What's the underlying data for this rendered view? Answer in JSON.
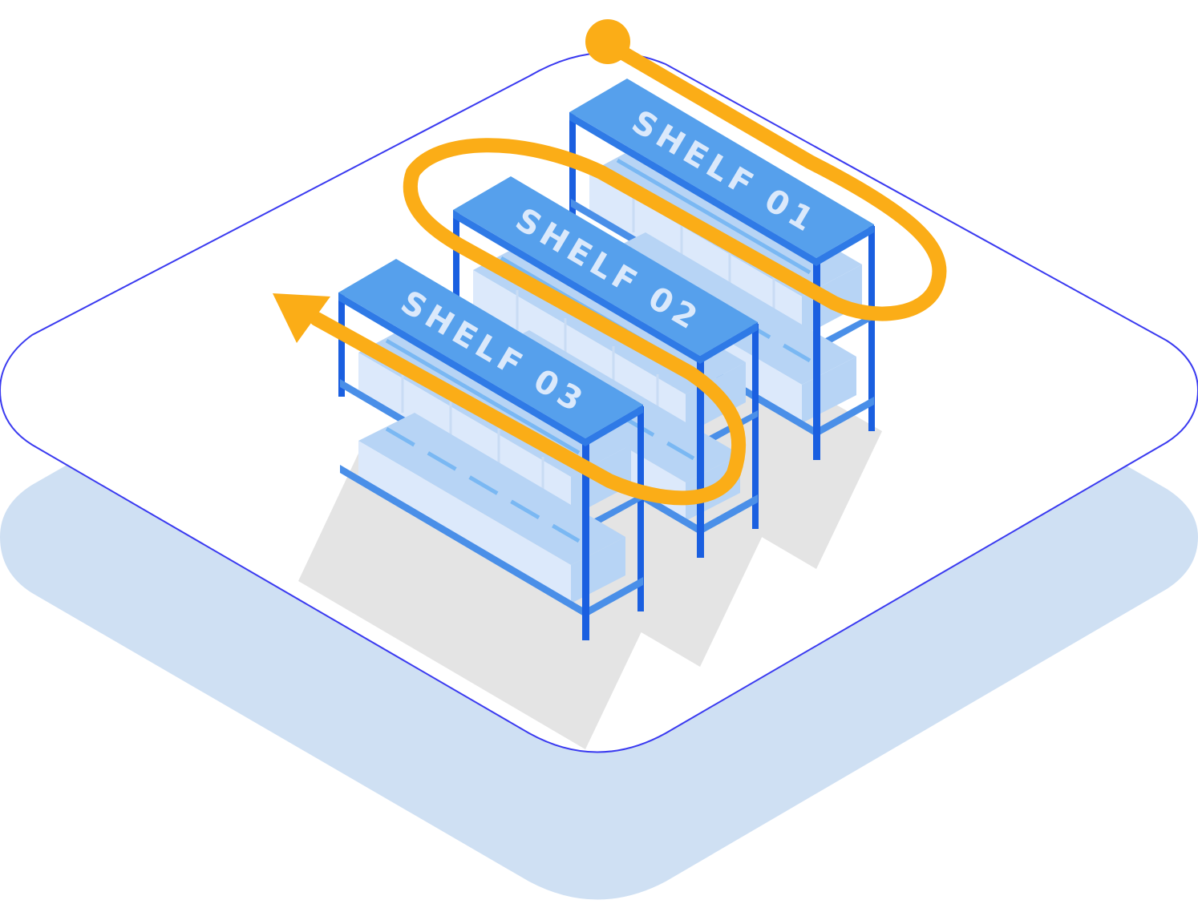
{
  "shelves": [
    {
      "label": "SHELF 01"
    },
    {
      "label": "SHELF 02"
    },
    {
      "label": "SHELF 03"
    }
  ],
  "colors": {
    "platform_outline": "#3a3af0",
    "platform_shadow": "#cfe0f3",
    "shelf_top": "#56a0ec",
    "shelf_frame": "#1a5fe0",
    "box_light": "#dce9fb",
    "box_side": "#b7d4f5",
    "tape": "#7ab8f3",
    "floor_shadow": "#e4e4e4",
    "path": "#fbad17"
  },
  "icons": {
    "route_start": "start-dot-icon",
    "route_end": "arrow-head-icon"
  }
}
